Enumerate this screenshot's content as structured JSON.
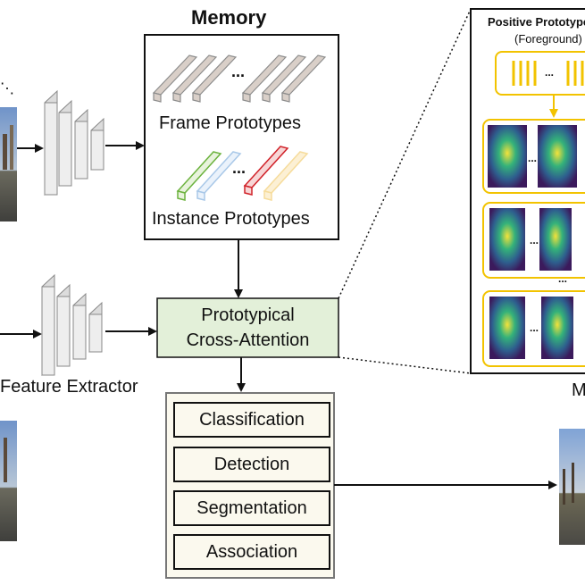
{
  "memory": {
    "title": "Memory",
    "frame_label": "Frame Prototypes",
    "instance_label": "Instance Prototypes",
    "ellipsis": "..."
  },
  "extractor": {
    "label": "Feature Extractor"
  },
  "attention": {
    "line1": "Prototypical",
    "line2": "Cross-Attention"
  },
  "tasks": [
    "Classification",
    "Detection",
    "Segmentation",
    "Association"
  ],
  "positive_panel": {
    "title": "Positive Prototypes",
    "subtitle": "(Foreground)",
    "ellipsis": "..."
  },
  "right_edge_letter": "M",
  "colors": {
    "attention_fill": "#e3f0d9",
    "panel_border": "#f2c300",
    "instance_colors": [
      "#6db33f",
      "#a9c8e8",
      "#d1232a",
      "#f6dc9c"
    ]
  }
}
